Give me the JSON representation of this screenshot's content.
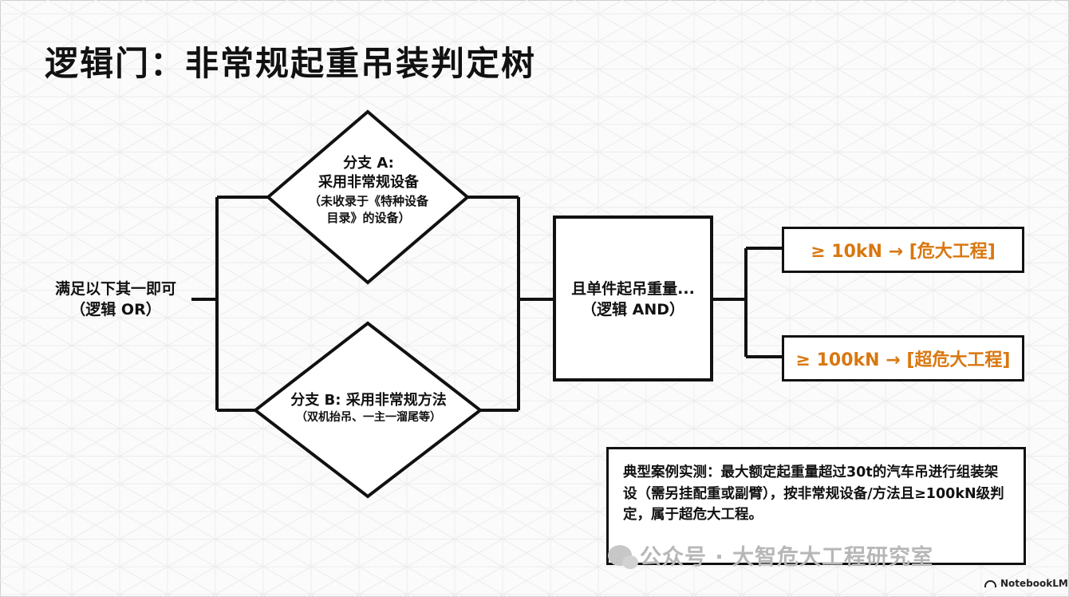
{
  "title": "逻辑门：非常规起重吊装判定树",
  "or_node": {
    "line1": "满足以下其一即可",
    "line2": "（逻辑 OR）"
  },
  "branch_a": {
    "line1": "分支 A:",
    "line2": "采用非常规设备",
    "line3": "（未收录于《特种设备",
    "line4": "目录》的设备）"
  },
  "branch_b": {
    "line1": "分支 B: 采用非常规方法",
    "line2": "（双机抬吊、一主一溜尾等）"
  },
  "and_node": {
    "line1": "且单件起吊重量...",
    "line2": "（逻辑 AND）"
  },
  "results": [
    {
      "text": "≥ 10kN → [危大工程]"
    },
    {
      "text": "≥ 100kN → [超危大工程]"
    }
  ],
  "case_note": "典型案例实测：最大额定起重量超过30t的汽车吊进行组装架设（需另挂配重或副臂），按非常规设备/方法且≥100kN级判定，属于超危大工程。",
  "watermark": "公众号 · 大智危大工程研究室",
  "brand": "NotebookLM",
  "colors": {
    "accent": "#d9770f",
    "line": "#111111",
    "background": "#fbfbfb"
  }
}
